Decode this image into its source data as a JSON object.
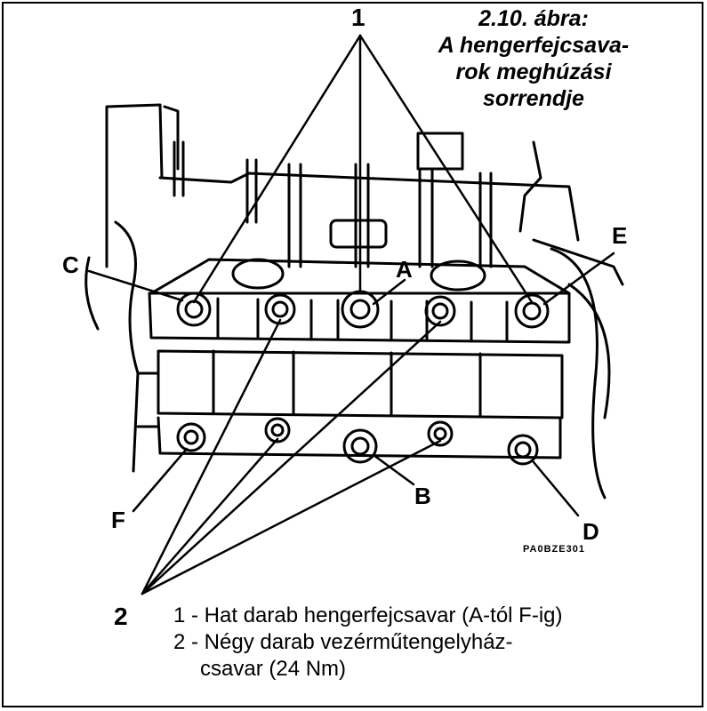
{
  "caption": {
    "line1": "2.10. ábra:",
    "line2": "A hengerfejcsava-",
    "line3": "rok meghúzási",
    "line4": "sorrendje"
  },
  "callouts": {
    "one": "1",
    "two": "2",
    "A": "A",
    "B": "B",
    "C": "C",
    "D": "D",
    "E": "E",
    "F": "F"
  },
  "drawing_code": "PA0BZE301",
  "legend": {
    "line1": "1 - Hat darab hengerfejcsavar (A-tól F-ig)",
    "line2": "2 - Négy darab vezérműtengelyház-",
    "line3": "csavar (24 Nm)"
  },
  "colors": {
    "ink": "#000000",
    "paper": "#ffffff"
  }
}
